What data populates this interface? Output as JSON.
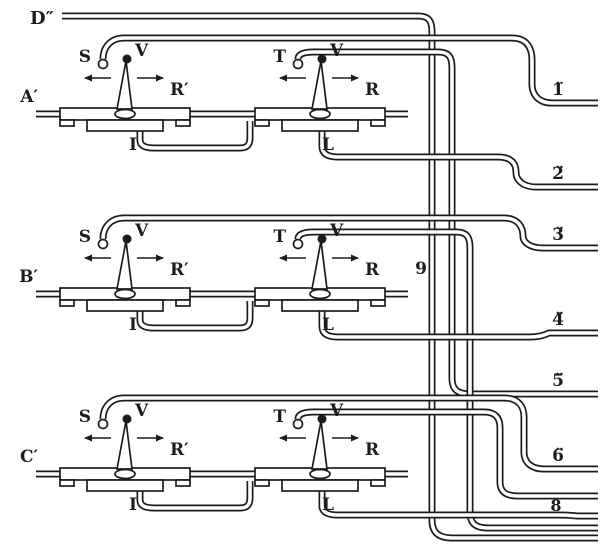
{
  "colors": {
    "ink": "#1c1c1c",
    "paper": "#ffffff"
  },
  "figure_labels": {
    "top_left": "D″",
    "mid_number": "9"
  },
  "rows": [
    {
      "label": "A′",
      "left": {
        "terminal": "S",
        "contact": "V",
        "side": "R′",
        "bottom": "I"
      },
      "right": {
        "terminal": "T",
        "contact": "V",
        "side": "R",
        "bottom": "L"
      }
    },
    {
      "label": "B′",
      "left": {
        "terminal": "S",
        "contact": "V",
        "side": "R′",
        "bottom": "I"
      },
      "right": {
        "terminal": "T",
        "contact": "V",
        "side": "R",
        "bottom": "L"
      }
    },
    {
      "label": "C′",
      "left": {
        "terminal": "S",
        "contact": "V",
        "side": "R′",
        "bottom": "I"
      },
      "right": {
        "terminal": "T",
        "contact": "V",
        "side": "R",
        "bottom": "L"
      }
    }
  ],
  "terminals": [
    {
      "label": "1̈"
    },
    {
      "label": "2̈"
    },
    {
      "label": "3̈"
    },
    {
      "label": "4̈"
    },
    {
      "label": "5̈"
    },
    {
      "label": "6̈"
    },
    {
      "label": "8"
    }
  ]
}
